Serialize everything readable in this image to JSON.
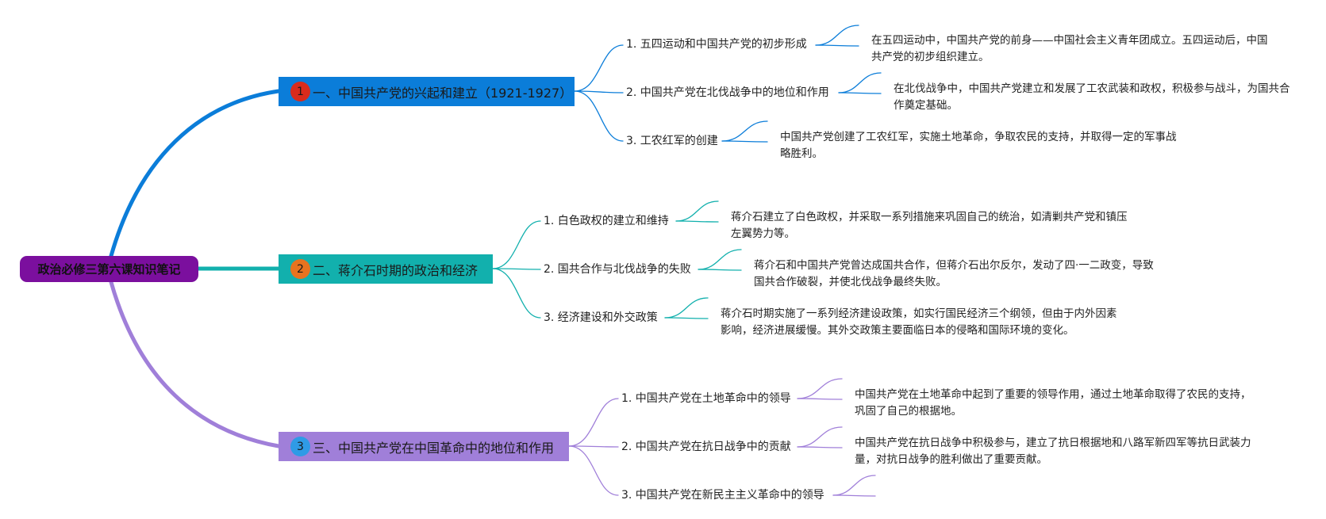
{
  "root": {
    "label": "政治必修三第六课知识笔记",
    "color": "#7b0f9e"
  },
  "branches": [
    {
      "badge": "1",
      "label": "一、中国共产党的兴起和建立（1921-1927）",
      "color": "#0b7dd9",
      "badge_color": "#d92b1c",
      "children": [
        {
          "label": "1. 五四运动和中国共产党的初步形成",
          "detail": "在五四运动中，中国共产党的前身——中国社会主义青年团成立。五四运动后，中国共产党的初步组织建立。"
        },
        {
          "label": "2. 中国共产党在北伐战争中的地位和作用",
          "detail": "在北伐战争中，中国共产党建立和发展了工农武装和政权，积极参与战斗，为国共合作奠定基础。"
        },
        {
          "label": "3. 工农红军的创建",
          "detail": "中国共产党创建了工农红军，实施土地革命，争取农民的支持，并取得一定的军事战略胜利。"
        }
      ]
    },
    {
      "badge": "2",
      "label": "二、蒋介石时期的政治和经济",
      "color": "#12b0ad",
      "badge_color": "#e8731f",
      "children": [
        {
          "label": "1. 白色政权的建立和维持",
          "detail": "蒋介石建立了白色政权，并采取一系列措施来巩固自己的统治，如清剿共产党和镇压左翼势力等。"
        },
        {
          "label": "2. 国共合作与北伐战争的失败",
          "detail": "蒋介石和中国共产党曾达成国共合作，但蒋介石出尔反尔，发动了四·一二政变，导致国共合作破裂，并使北伐战争最终失败。"
        },
        {
          "label": "3. 经济建设和外交政策",
          "detail": "蒋介石时期实施了一系列经济建设政策，如实行国民经济三个纲领，但由于内外因素影响，经济进展缓慢。其外交政策主要面临日本的侵略和国际环境的变化。"
        }
      ]
    },
    {
      "badge": "3",
      "label": "三、中国共产党在中国革命中的地位和作用",
      "color": "#a07fd9",
      "badge_color": "#2f9be6",
      "children": [
        {
          "label": "1. 中国共产党在土地革命中的领导",
          "detail": "中国共产党在土地革命中起到了重要的领导作用，通过土地革命取得了农民的支持，巩固了自己的根据地。"
        },
        {
          "label": "2. 中国共产党在抗日战争中的贡献",
          "detail": "中国共产党在抗日战争中积极参与，建立了抗日根据地和八路军新四军等抗日武装力量，对抗日战争的胜利做出了重要贡献。"
        },
        {
          "label": "3. 中国共产党在新民主主义革命中的领导",
          "detail": ""
        }
      ]
    }
  ]
}
